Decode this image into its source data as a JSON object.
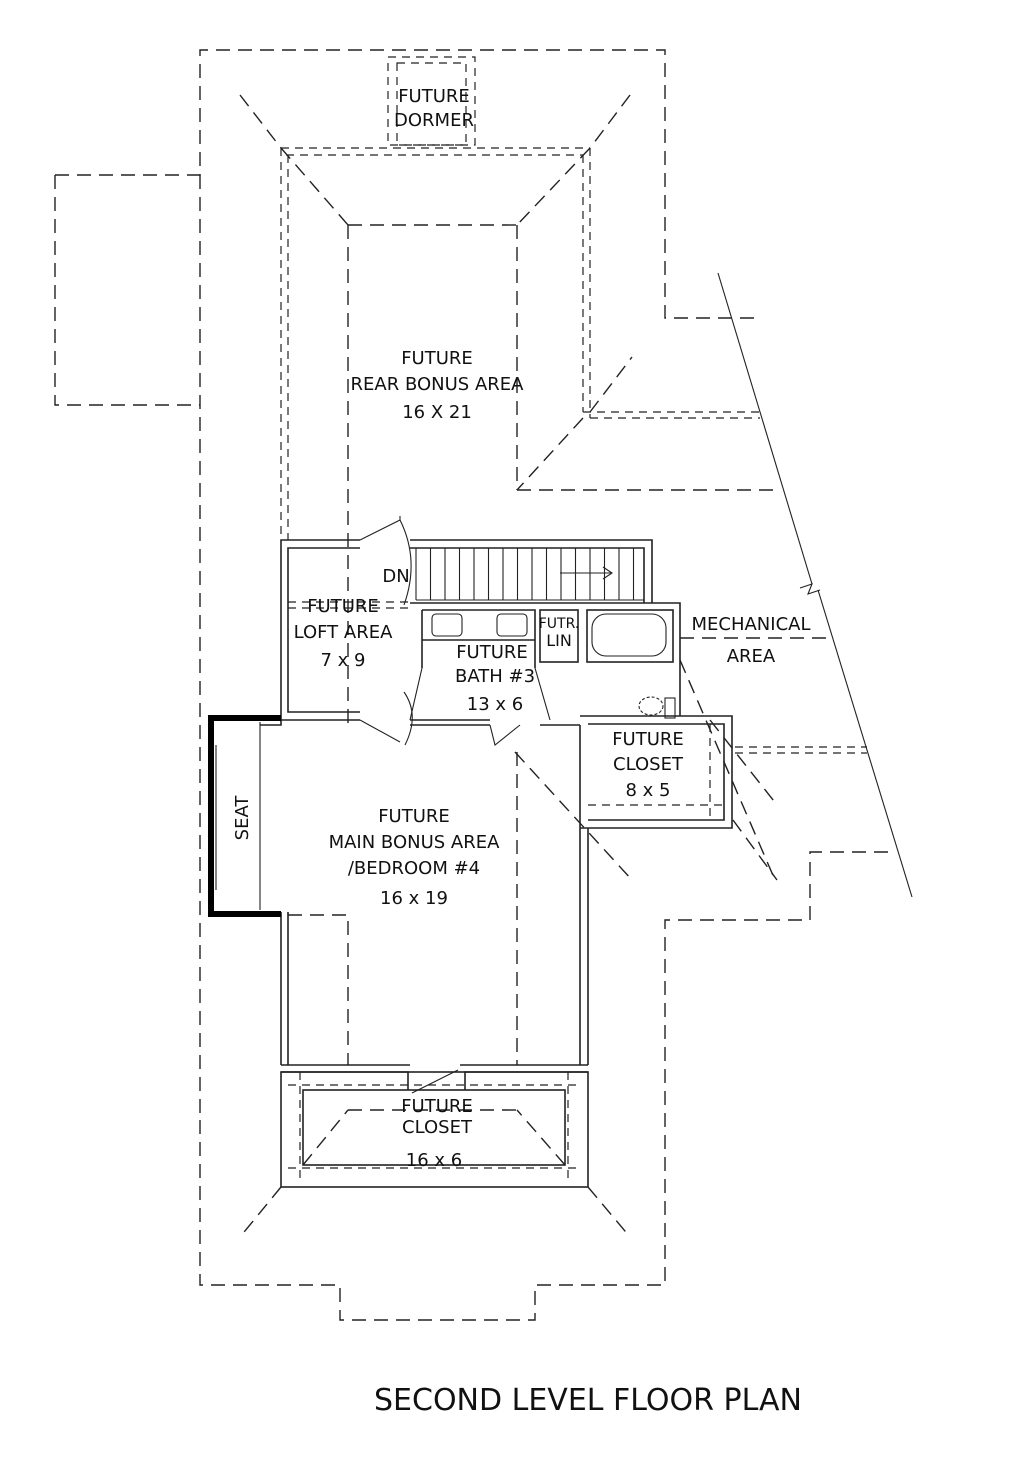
{
  "plan_title": "SECOND LEVEL FLOOR PLAN",
  "rooms": {
    "dormer": {
      "line1": "FUTURE",
      "line2": "DORMER"
    },
    "rear_bonus": {
      "line1": "FUTURE",
      "line2": "REAR BONUS AREA",
      "size": "16 X 21"
    },
    "loft": {
      "line1": "FUTURE",
      "line2": "LOFT AREA",
      "size": "7 x 9"
    },
    "stair": {
      "label": "DN"
    },
    "bath3": {
      "line1": "FUTURE",
      "line2": "BATH #3",
      "size": "13 x 6"
    },
    "linen": {
      "line1": "FUTR.",
      "line2": "LIN"
    },
    "mechanical": {
      "line1": "MECHANICAL",
      "line2": "AREA"
    },
    "closet_small": {
      "line1": "FUTURE",
      "line2": "CLOSET",
      "size": "8 x 5"
    },
    "seat": {
      "label": "SEAT"
    },
    "main_bonus": {
      "line1": "FUTURE",
      "line2": "MAIN BONUS AREA",
      "line3": "/BEDROOM #4",
      "size": "16 x 19"
    },
    "closet_large": {
      "line1": "FUTURE",
      "line2": "CLOSET",
      "size": "16 x 6"
    }
  }
}
